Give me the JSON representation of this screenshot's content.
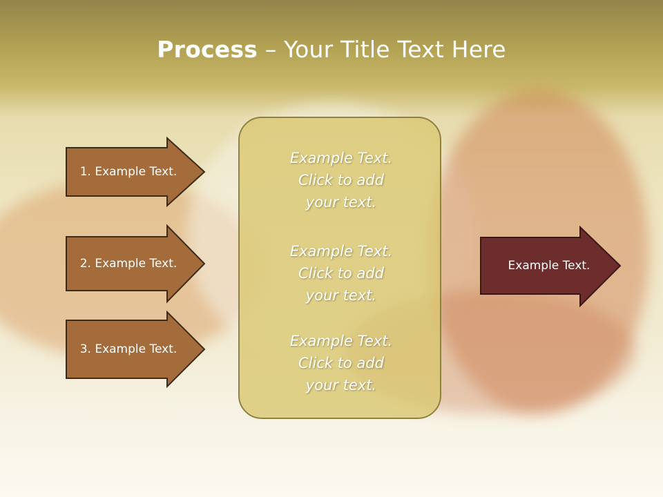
{
  "slide": {
    "title_bold": "Process",
    "title_rest": " – Your Title Text Here"
  },
  "left_arrows": [
    {
      "label": "1. Example Text."
    },
    {
      "label": "2. Example Text."
    },
    {
      "label": "3. Example Text."
    }
  ],
  "center_box": {
    "blocks": [
      {
        "line1": "Example Text.",
        "line2": "Click  to add",
        "line3": "your text."
      },
      {
        "line1": "Example Text.",
        "line2": "Click  to add",
        "line3": "your text."
      },
      {
        "line1": "Example Text.",
        "line2": "Click  to add",
        "line3": "your text."
      }
    ]
  },
  "right_arrow": {
    "label": "Example Text."
  },
  "colors": {
    "left_arrow_fill": "#a46b3b",
    "left_arrow_stroke": "#3d2a19",
    "right_arrow_fill": "#6c2d2c",
    "right_arrow_stroke": "#3a1616",
    "center_box_fill": "#d8c670",
    "title_text": "#ffffff"
  }
}
